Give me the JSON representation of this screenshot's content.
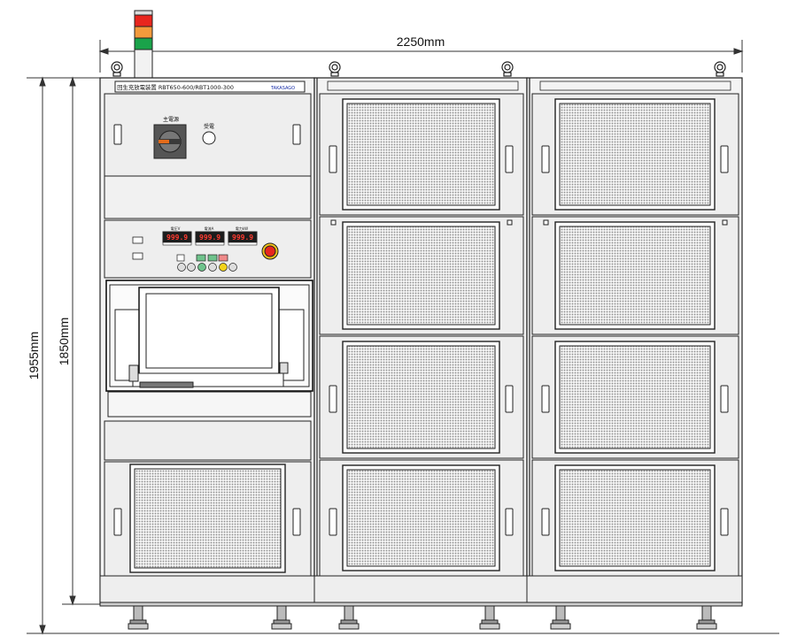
{
  "dimensions": {
    "width": "2250mm",
    "height_total": "1955mm",
    "height_body": "1850mm"
  },
  "nameplate": {
    "model": "回生充放電装置 RBT650-600/RBT1000-300",
    "brand": "TAKASAGO"
  },
  "control_panel": {
    "main_power_label": "主電源",
    "power_on_label": "受電"
  },
  "meters": [
    {
      "label": "電圧V",
      "reading": "999.9"
    },
    {
      "label": "電流A",
      "reading": "999.9"
    },
    {
      "label": "電力kW",
      "reading": "999.9"
    }
  ],
  "signal_tower": {
    "colors": [
      "#e8261e",
      "#f39a3c",
      "#1aa34a"
    ]
  },
  "colors": {
    "cabinet": "#eeeeee",
    "line": "#222222",
    "mesh": "#9a9a9a",
    "emergency_stop": "#e8261e"
  }
}
